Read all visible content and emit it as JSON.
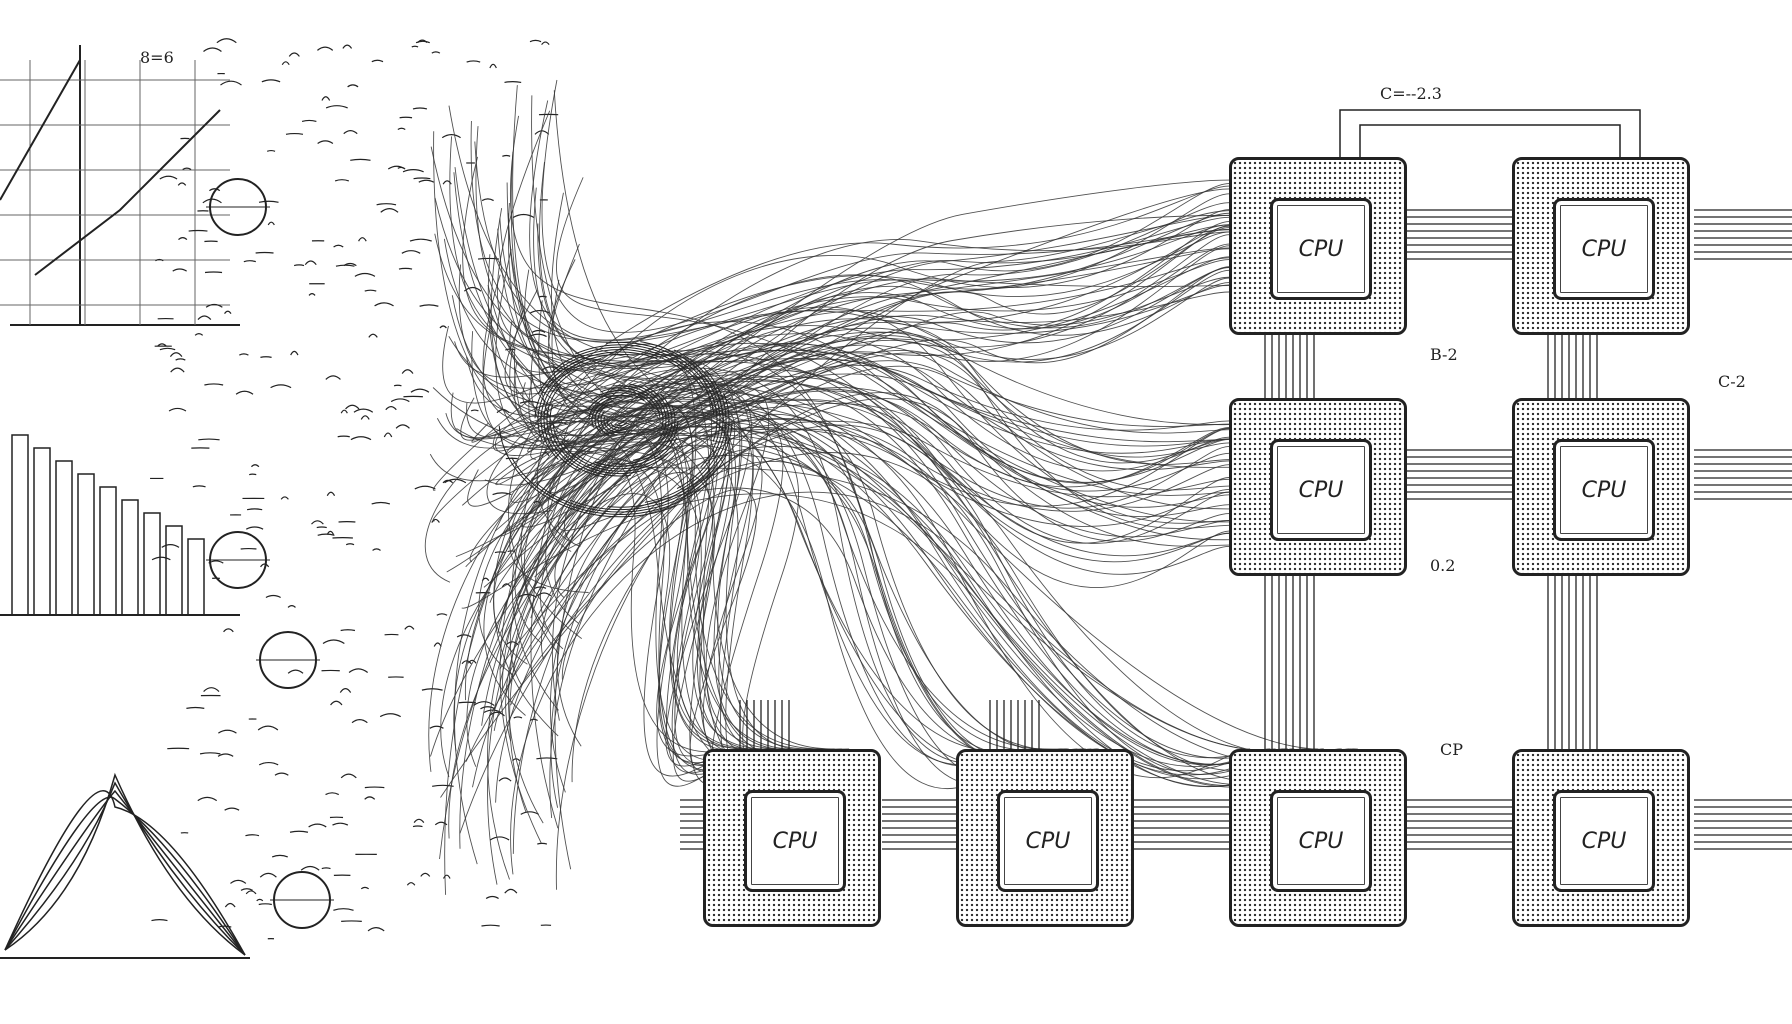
{
  "chips": [
    {
      "label": "CPU"
    },
    {
      "label": "CPU"
    },
    {
      "label": "CPU"
    },
    {
      "label": "CPU"
    },
    {
      "label": "CPU"
    },
    {
      "label": "CPU"
    },
    {
      "label": "CPU"
    },
    {
      "label": "CPU"
    }
  ],
  "annotations": [
    "C=--2.3",
    "CP",
    "C-2",
    "0.2",
    "8=6",
    "B-2"
  ],
  "colors": {
    "ink": "#222222",
    "paper": "#ffffff"
  }
}
